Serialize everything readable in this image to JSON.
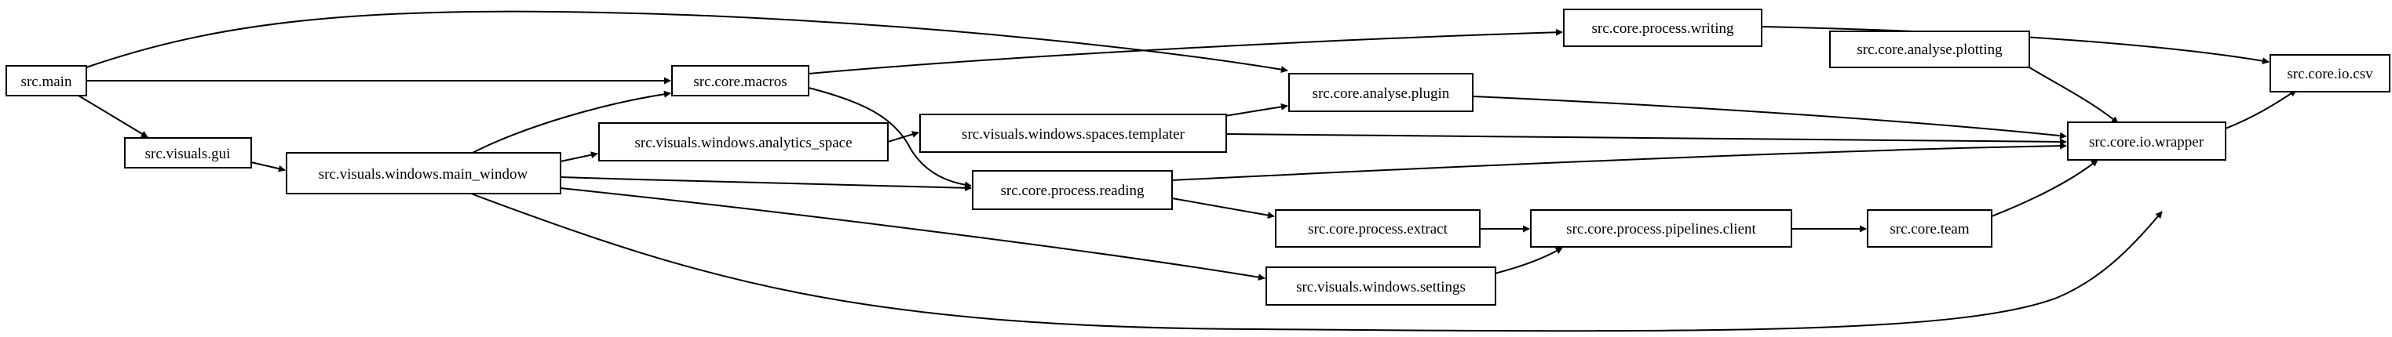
{
  "nodes": {
    "src_main": "src.main",
    "visuals_gui": "src.visuals.gui",
    "main_window": "src.visuals.windows.main_window",
    "core_macros": "src.core.macros",
    "analytics_space": "src.visuals.windows.analytics_space",
    "spaces_templater": "src.visuals.windows.spaces.templater",
    "process_writing": "src.core.process.writing",
    "analyse_plugin": "src.core.analyse.plugin",
    "process_reading": "src.core.process.reading",
    "process_extract": "src.core.process.extract",
    "pipelines_client": "src.core.process.pipelines.client",
    "windows_settings": "src.visuals.windows.settings",
    "analyse_plotting": "src.core.analyse.plotting",
    "core_team": "src.core.team",
    "io_wrapper": "src.core.io.wrapper",
    "io_csv": "src.core.io.csv"
  }
}
